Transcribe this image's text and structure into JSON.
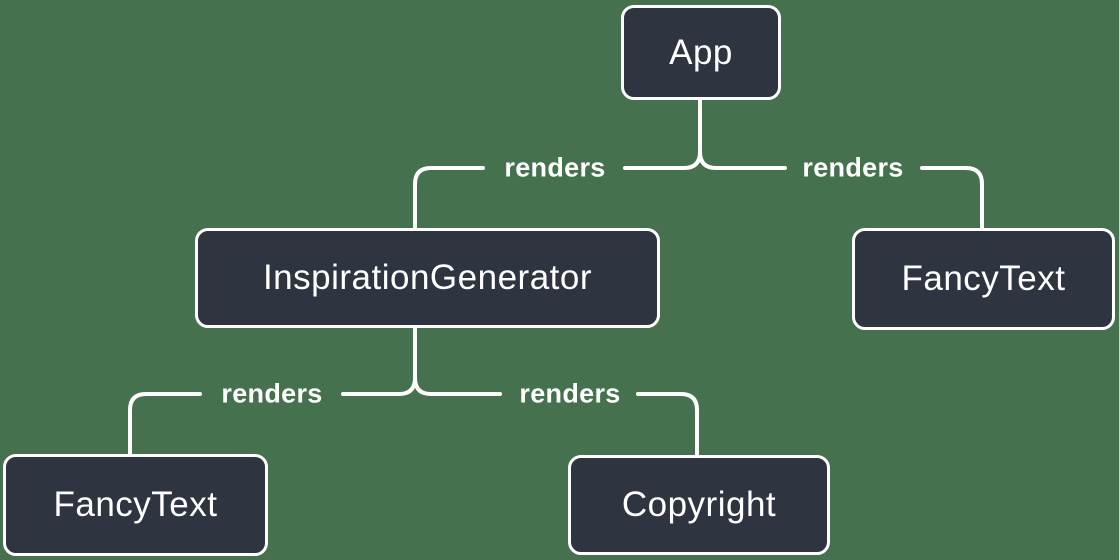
{
  "diagram": {
    "type": "component-tree",
    "root": "App"
  },
  "colors": {
    "background": "#46714e",
    "node_fill": "#2e3440",
    "line": "#ffffff",
    "text": "#ffffff"
  },
  "nodes": [
    {
      "id": "app",
      "label": "App"
    },
    {
      "id": "inspiration-generator",
      "label": "InspirationGenerator"
    },
    {
      "id": "fancy-text-right",
      "label": "FancyText"
    },
    {
      "id": "fancy-text-left",
      "label": "FancyText"
    },
    {
      "id": "copyright",
      "label": "Copyright"
    }
  ],
  "edges": [
    {
      "from": "App",
      "to": "InspirationGenerator",
      "label": "renders"
    },
    {
      "from": "App",
      "to": "FancyText",
      "label": "renders"
    },
    {
      "from": "InspirationGenerator",
      "to": "FancyText",
      "label": "renders"
    },
    {
      "from": "InspirationGenerator",
      "to": "Copyright",
      "label": "renders"
    }
  ]
}
